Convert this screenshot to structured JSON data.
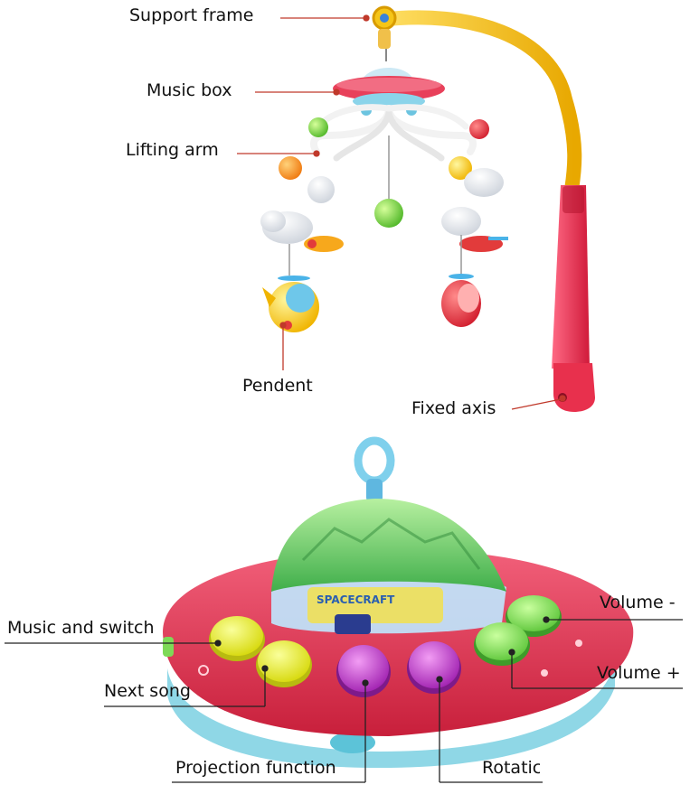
{
  "labels": {
    "support_frame": "Support frame",
    "music_box": "Music box",
    "lifting_arm": "Lifting arm",
    "pendent": "Pendent",
    "fixed_axis": "Fixed axis",
    "music_and_switch": "Music and switch",
    "next_song": "Next song",
    "projection_function": "Projection function",
    "rotation": "Rotatic",
    "volume_minus": "Volume -",
    "volume_plus": "Volume +"
  },
  "product_text": {
    "dome_text": "SPACECRAFT"
  },
  "colors": {
    "leader_line": "#c0392b",
    "ufo_body": "#e23c55",
    "dome": "#6bd36b",
    "base": "#8fd7e6",
    "arm": "#f5c518",
    "yellow_button": "#e9ef2a",
    "purple_button": "#c03cc7",
    "green_button": "#7ed957"
  }
}
